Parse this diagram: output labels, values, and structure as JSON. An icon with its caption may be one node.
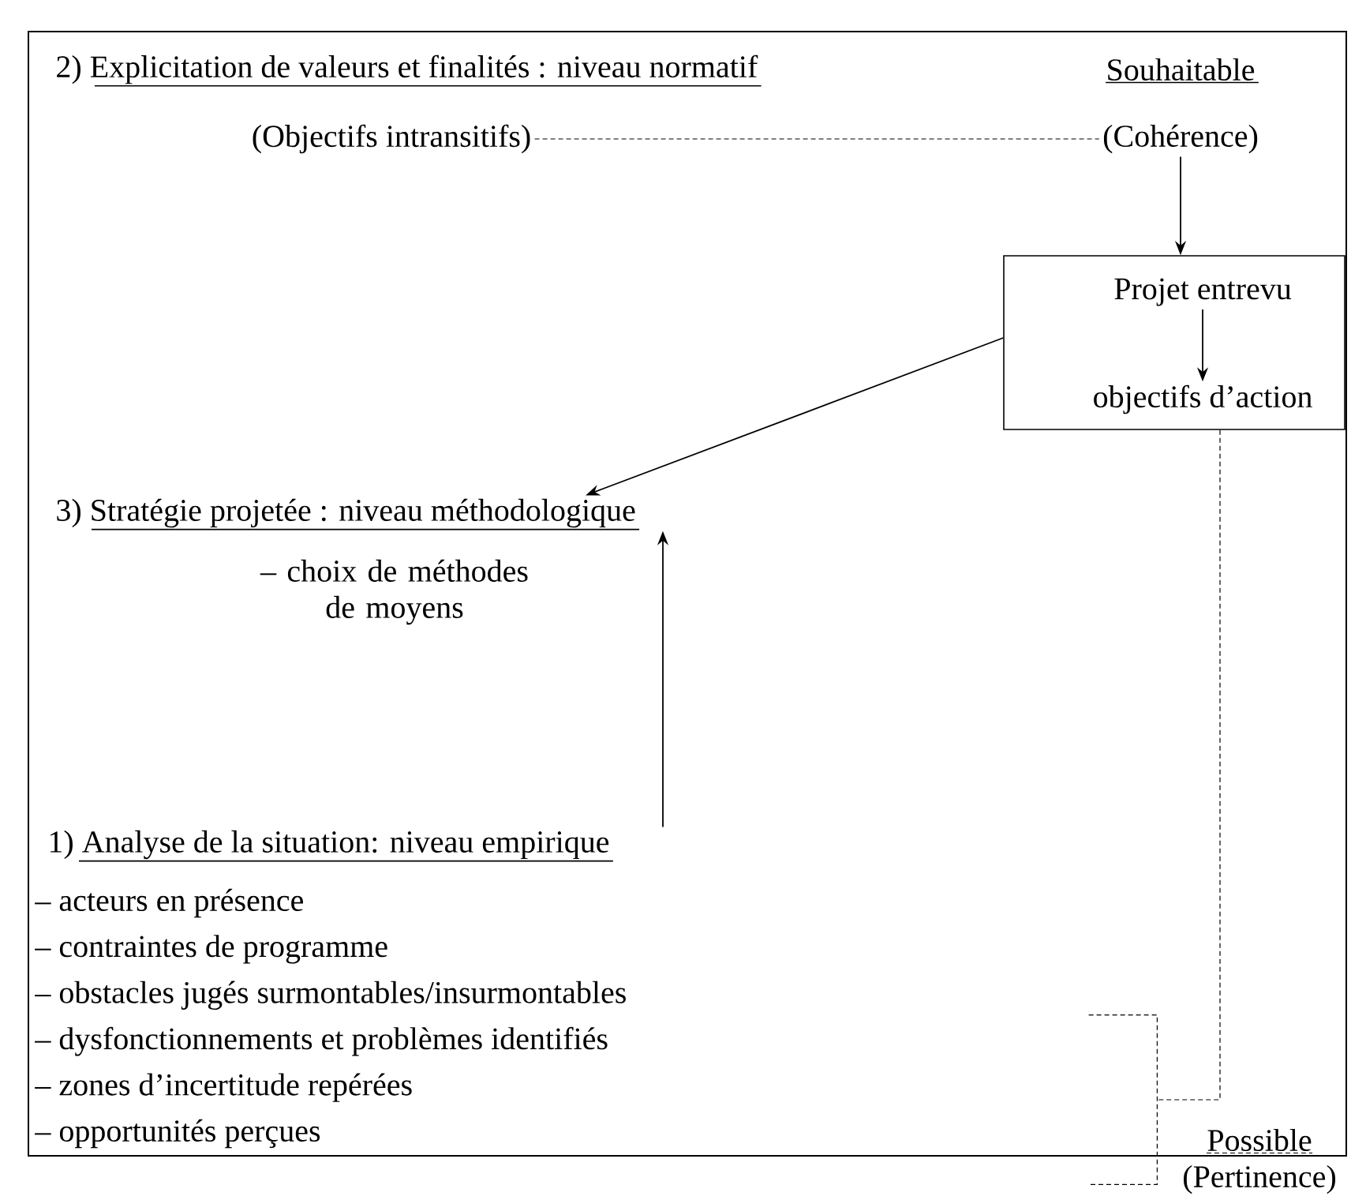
{
  "diagram": {
    "nodes": [
      {
        "text": [
          "(Objectifs intransitifs)"
        ]
      },
      {
        "text": [
          "Souhaitable",
          "(Cohérence)"
        ]
      },
      {
        "text": [],
        "shape": "box"
      },
      {
        "text": [
          "Projet entrevu"
        ],
        "in": 2
      },
      {
        "text": [
          "objectifs d’action"
        ],
        "in": 2
      },
      {
        "text": [
          "3) Stratégie projetée : niveau méthodologique",
          "– choix de méthodes de moyens"
        ]
      },
      {
        "text": [
          "1) Analyse de la situation: niveau empirique",
          "– acteurs en présence",
          "– contraintes de programme",
          "– obstacles jugés surmontables/insurmontables",
          "– dysfonctionnements et problèmes identifiés",
          "– zones d’incertitude repérées",
          "– opportunités perçues"
        ]
      },
      {
        "text": [],
        "shape": "bracket"
      }
    ],
    "edges": [
      {
        "from": 0,
        "to": 1,
        "arrow": "none",
        "style": "dashed"
      },
      {
        "from": 1,
        "to": 2,
        "arrow": "to"
      },
      {
        "from": 3,
        "to": 4,
        "arrow": "to"
      },
      {
        "from": 2,
        "to": 5,
        "arrow": "to"
      },
      {
        "from": 6,
        "to": 5,
        "arrow": "to"
      },
      {
        "from": 2,
        "to": 7,
        "arrow": "none",
        "style": "dashed"
      }
    ],
    "labels": [
      "2) Explicitation de valeurs et finalités : niveau normatif",
      "Possible",
      "(Pertinence)"
    ]
  }
}
